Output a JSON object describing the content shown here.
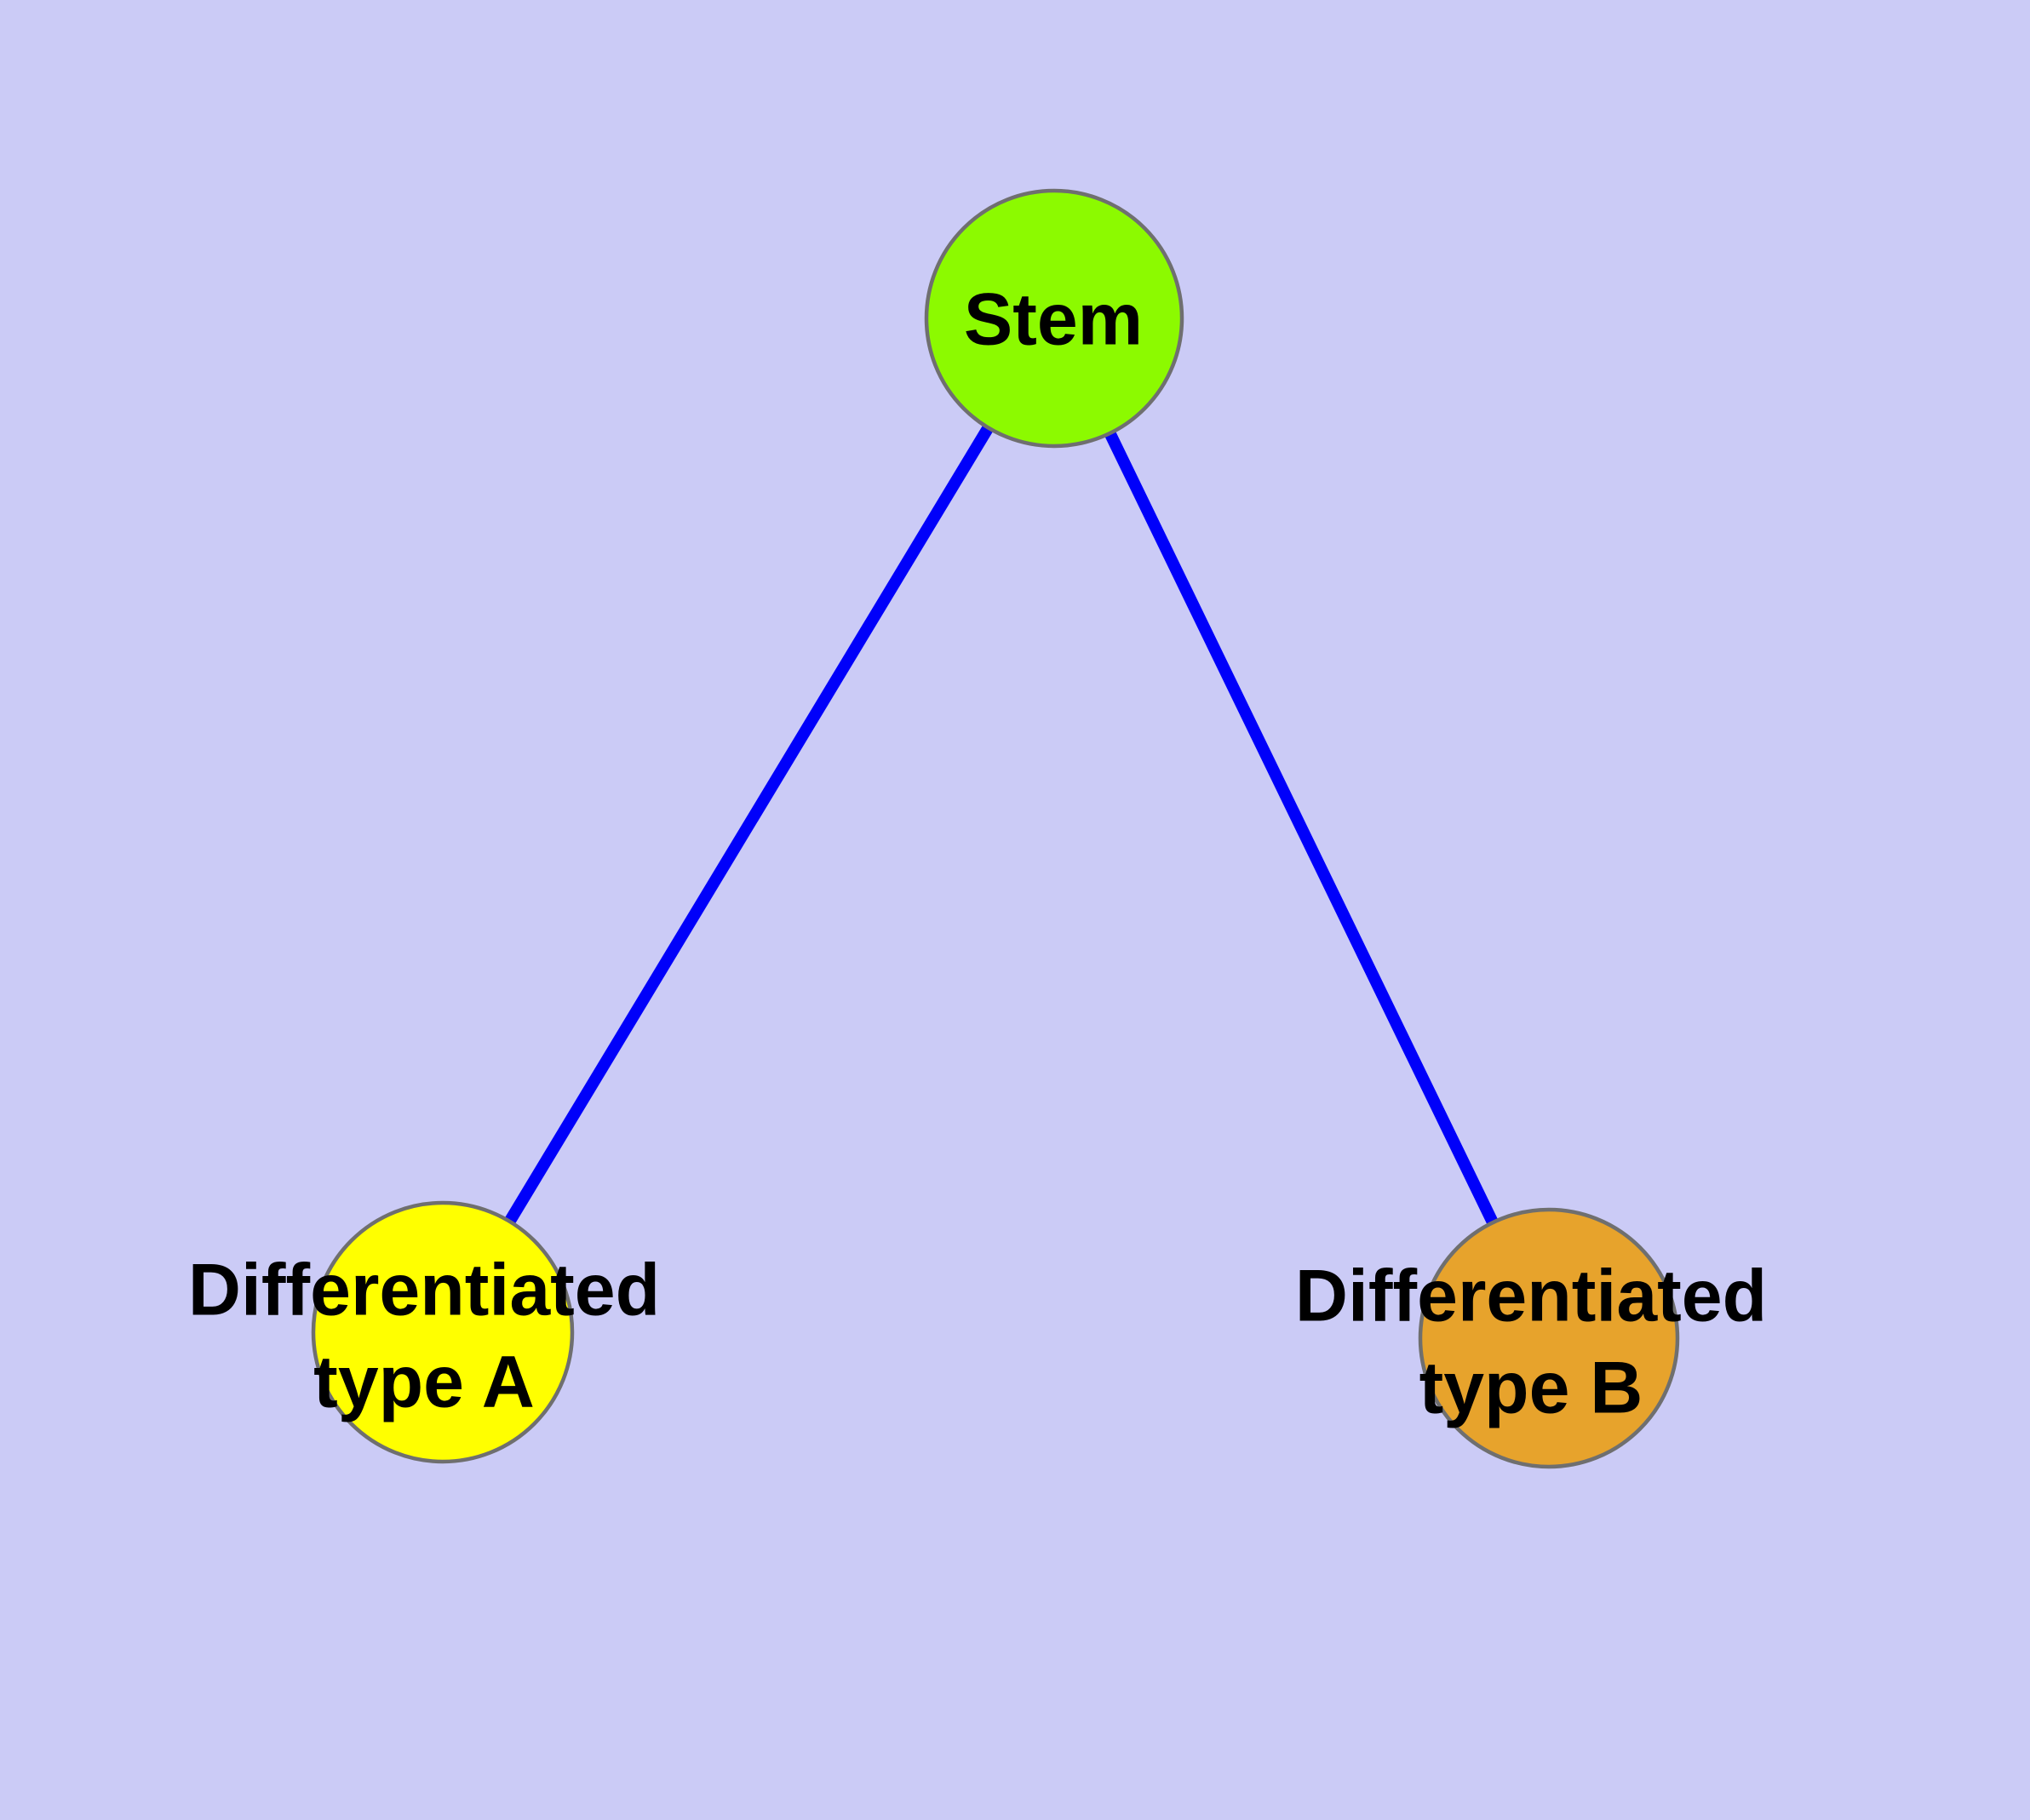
{
  "figure": {
    "type": "graph-diagram"
  },
  "nodes": [
    {
      "id": "stem",
      "label": "Stem",
      "fill": "#8CFA00"
    },
    {
      "id": "differentiated-type-a",
      "label_line1": "Differentiated",
      "label_line2": "type A",
      "fill": "#FFFF00"
    },
    {
      "id": "differentiated-type-b",
      "label_line1": "Differentiated",
      "label_line2": "type B",
      "fill": "#E7A32C"
    }
  ],
  "edges": [
    {
      "from": "Stem",
      "to": "Differentiated type A"
    },
    {
      "from": "Stem",
      "to": "Differentiated type B"
    }
  ],
  "colors": {
    "background": "#CBCBF6",
    "edge": "#0000FA",
    "node_border": "#6F6F6F",
    "text": "#000000"
  }
}
